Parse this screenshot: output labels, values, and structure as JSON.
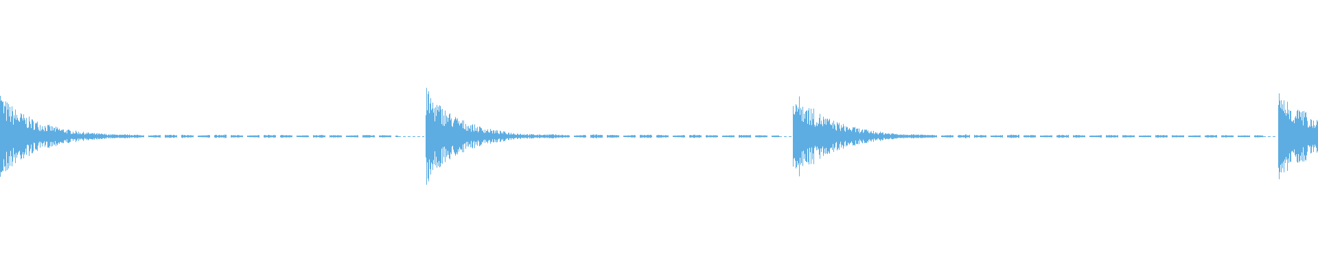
{
  "chart_data": {
    "type": "area",
    "description_kind": "audio-waveform",
    "color": "#5dade2",
    "background": "#ffffff",
    "grid": false,
    "axes": false,
    "legend": "none",
    "events": [
      {
        "name": "hit-1"
      },
      {
        "name": "hit-2"
      },
      {
        "name": "hit-3"
      },
      {
        "name": "hit-4"
      }
    ]
  }
}
